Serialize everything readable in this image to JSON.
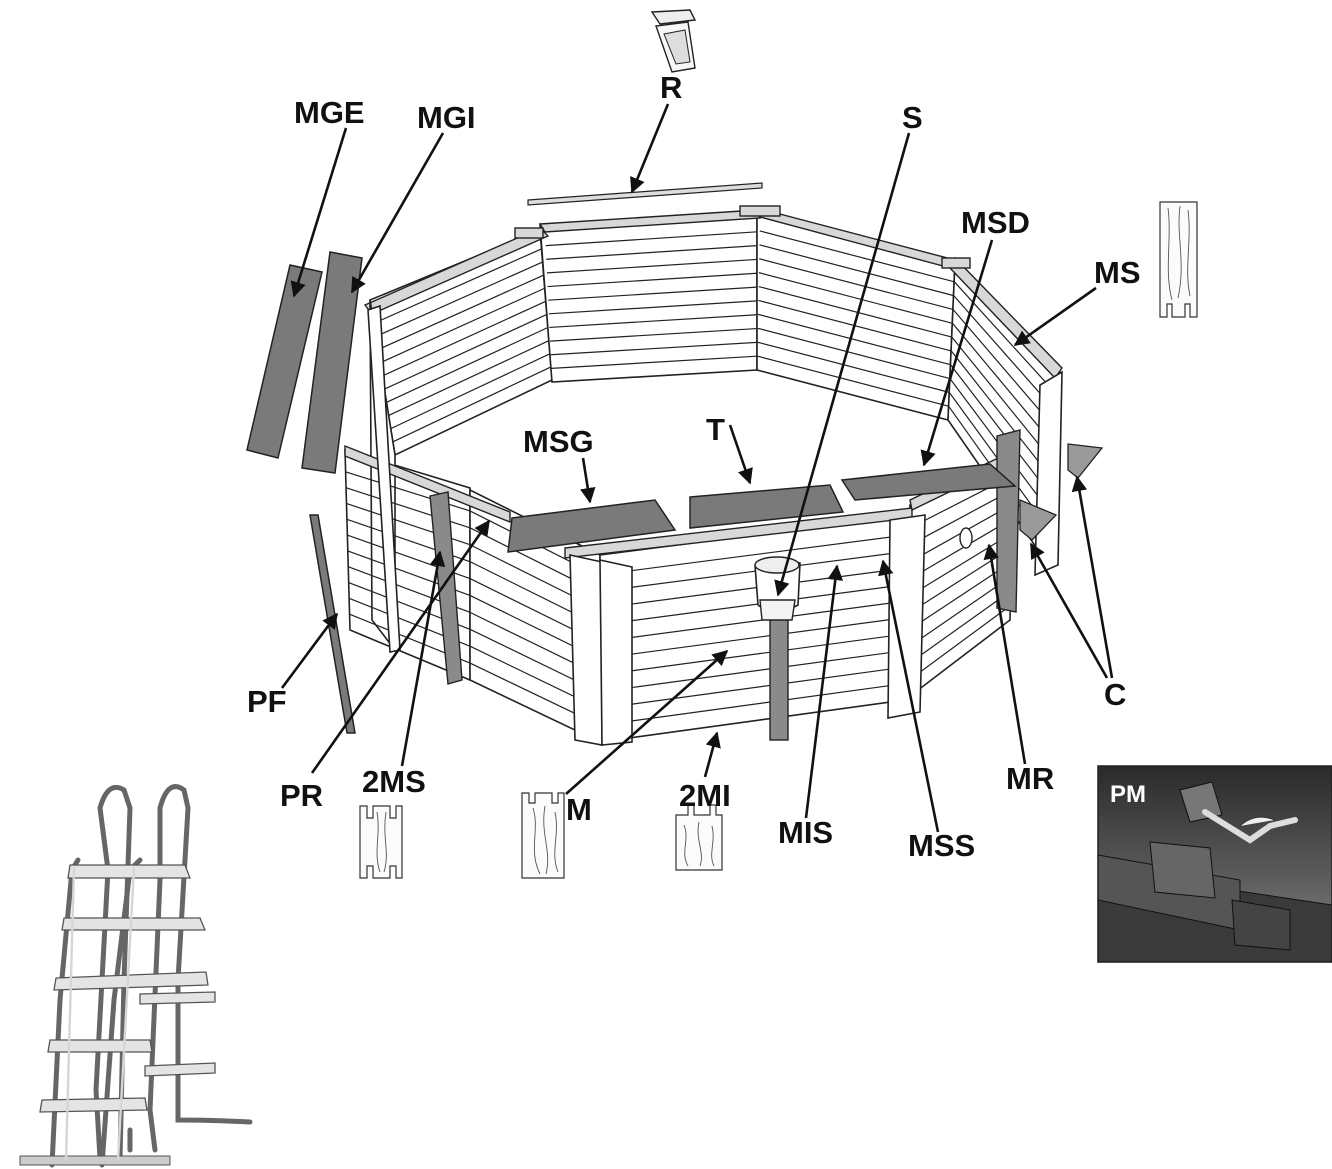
{
  "labels": {
    "R": "R",
    "MGE": "MGE",
    "MGI": "MGI",
    "S": "S",
    "MSD": "MSD",
    "MS": "MS",
    "MSG": "MSG",
    "T": "T",
    "PF": "PF",
    "PR": "PR",
    "2MS": "2MS",
    "M": "M",
    "2MI": "2MI",
    "MIS": "MIS",
    "MSS": "MSS",
    "MR": "MR",
    "C": "C",
    "PM": "PM"
  },
  "colors": {
    "line": "#222222",
    "panel_grey": "#7a7a7a",
    "post_grey": "#8a8a8a",
    "inset_background": "#4a4a4a"
  },
  "icons": {
    "skimmer": "skimmer-icon",
    "hammer": "mallet-icon",
    "ladder": "ladder-icon"
  }
}
